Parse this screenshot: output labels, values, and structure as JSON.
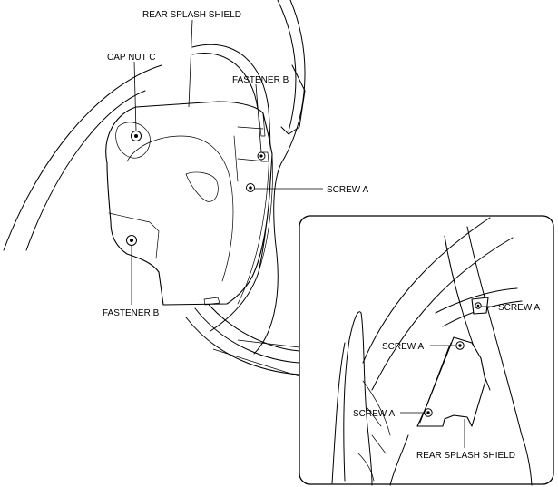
{
  "labels": {
    "rear_splash_shield_top": "REAR SPLASH SHIELD",
    "cap_nut_c": "CAP NUT C",
    "fastener_b_top": "FASTENER B",
    "screw_a_main": "SCREW A",
    "fastener_b_bottom": "FASTENER B",
    "inset_screw_a_right": "SCREW A",
    "inset_screw_a_middle": "SCREW A",
    "inset_screw_a_left": "SCREW A",
    "inset_rear_splash_shield": "REAR SPLASH SHIELD"
  }
}
